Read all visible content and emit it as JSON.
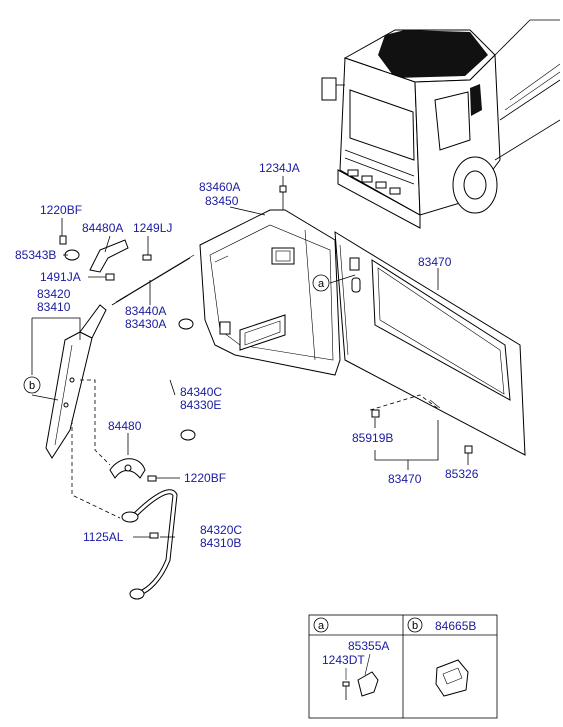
{
  "labels": {
    "p1234JA": "1234JA",
    "p83460A": "83460A",
    "p83450": "83450",
    "p1220BF_top": "1220BF",
    "p84480A": "84480A",
    "p1249LJ": "1249LJ",
    "p85343B": "85343B",
    "p1491JA": "1491JA",
    "p83420": "83420",
    "p83410": "83410",
    "p83440A": "83440A",
    "p83430A": "83430A",
    "p83470_top": "83470",
    "p84340C": "84340C",
    "p84330E": "84330E",
    "p84480": "84480",
    "p1220BF_mid": "1220BF",
    "p85919B": "85919B",
    "p85326": "85326",
    "p83470_bot": "83470",
    "p1125AL": "1125AL",
    "p84320C": "84320C",
    "p84310B": "84310B"
  },
  "callouts": {
    "a": "a",
    "b": "b"
  },
  "legend": {
    "a_letter": "a",
    "b_letter": "b",
    "a_part1": "85355A",
    "a_part2": "1243DT",
    "b_part1": "84665B"
  }
}
